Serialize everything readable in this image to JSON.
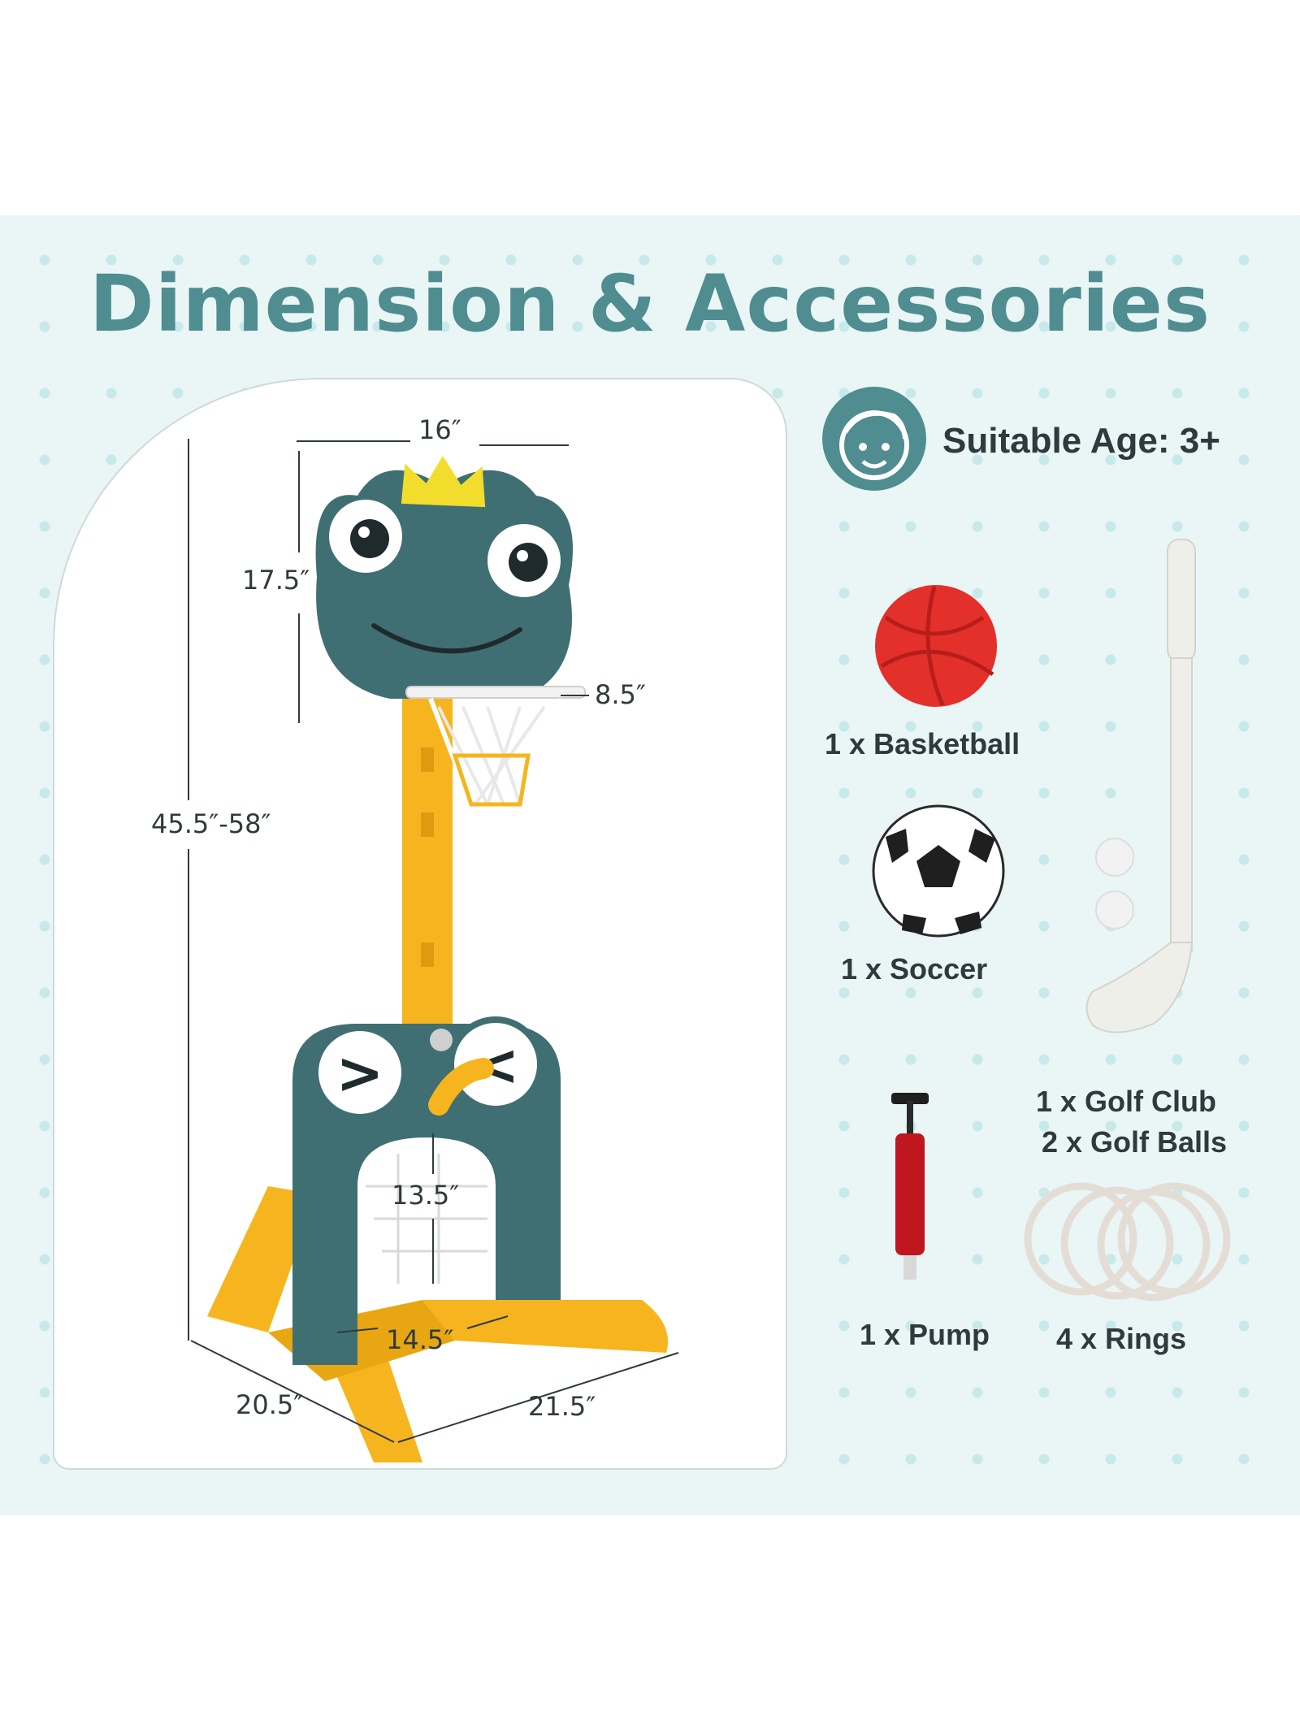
{
  "title": "Dimension & Accessories",
  "dimensions": {
    "width_top": "16″",
    "backboard_height": "17.5″",
    "rim_diameter": "8.5″",
    "overall_height": "45.5″-58″",
    "goal_height": "13.5″",
    "goal_width": "14.5″",
    "base_depth": "20.5″",
    "base_width": "21.5″"
  },
  "suitable_age": {
    "icon": "child-face-icon",
    "text": "Suitable Age: 3+"
  },
  "accessories": [
    {
      "label": "1 x Basketball",
      "icon": "basketball-icon"
    },
    {
      "label": "1 x Soccer",
      "icon": "soccer-ball-icon"
    },
    {
      "label": "1 x Golf Club",
      "icon": "golf-club-icon"
    },
    {
      "label": "2 x Golf Balls",
      "icon": "golf-ball-icon"
    },
    {
      "label": "1 x Pump",
      "icon": "pump-icon"
    },
    {
      "label": "4 x Rings",
      "icon": "rings-icon"
    }
  ],
  "colors": {
    "teal": "#3f6f73",
    "title_teal": "#4f8d90",
    "yellow": "#f6b51e",
    "crown_yellow": "#f2dd2c",
    "basketball_red": "#e4302a",
    "panel_bg": "#eaf6f6"
  }
}
